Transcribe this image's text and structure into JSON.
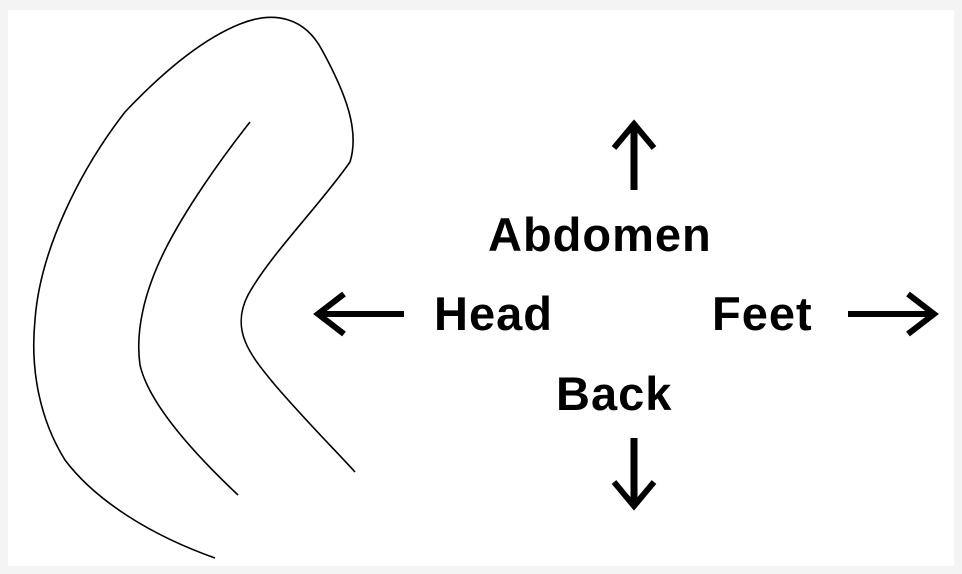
{
  "orientation": {
    "up_label": "Abdomen",
    "left_label": "Head",
    "right_label": "Feet",
    "down_label": "Back"
  },
  "colors": {
    "ink": "#000000",
    "panel": "#ffffff",
    "frame": "#f4f4f4"
  },
  "icons": {
    "up": "arrow-up-icon",
    "down": "arrow-down-icon",
    "left": "arrow-left-icon",
    "right": "arrow-right-icon"
  }
}
